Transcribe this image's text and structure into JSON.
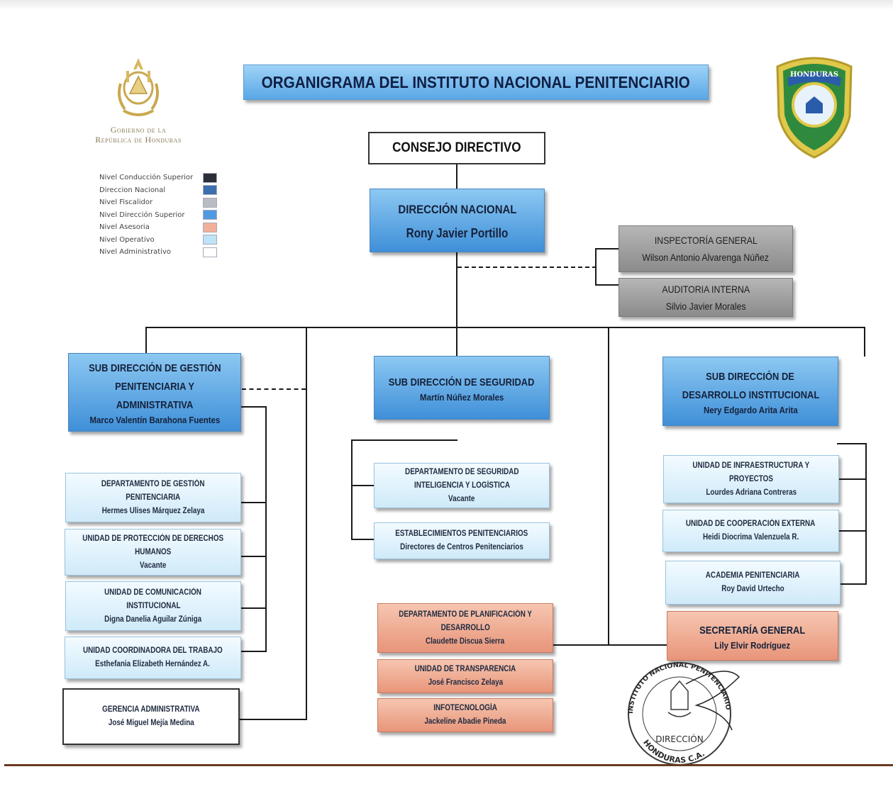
{
  "title": "ORGANIGRAMA DEL INSTITUTO NACIONAL PENITENCIARIO",
  "gov_logo": {
    "icon": "honduras-coat-of-arms-icon",
    "line1": "Gobierno de la",
    "line2": "República de Honduras"
  },
  "inp_badge": {
    "icon": "inp-badge-icon",
    "text": "HONDURAS"
  },
  "legend": [
    {
      "label": "Nivel Conducción Superior",
      "color": "#2a2f3a"
    },
    {
      "label": "Direccion Nacional",
      "color": "#3b6fae"
    },
    {
      "label": "Nivel Fiscalidor",
      "color": "#b9bcc2"
    },
    {
      "label": "Nivel Dirección Superior",
      "color": "#4f9ae0"
    },
    {
      "label": "Nivel Asesoria",
      "color": "#f2b09a"
    },
    {
      "label": "Nivel Operativo",
      "color": "#bfe3f7"
    },
    {
      "label": "Nivel Administrativo",
      "color": "#ffffff"
    }
  ],
  "consejo": "CONSEJO DIRECTIVO",
  "direccion": {
    "title": "DIRECCIÓN NACIONAL",
    "name": "Rony Javier Portillo"
  },
  "inspectoria": {
    "title": "INSPECTORÍA GENERAL",
    "name": "Wilson Antonio Alvarenga Núñez"
  },
  "auditoria": {
    "title": "AUDITORIA INTERNA",
    "name": "Silvio Javier Morales"
  },
  "sub_gestion": {
    "l1": "SUB DIRECCIÓN DE GESTIÓN",
    "l2": "PENITENCIARIA Y",
    "l3": "ADMINISTRATIVA",
    "name": "Marco Valentín Barahona Fuentes"
  },
  "sub_seguridad": {
    "title": "SUB DIRECCIÓN DE SEGURIDAD",
    "name": "Martín Núñez Morales"
  },
  "sub_desarrollo": {
    "l1": "SUB DIRECCIÓN DE",
    "l2": "DESARROLLO INSTITUCIONAL",
    "name": "Nery Edgardo Arita Arita"
  },
  "left_units": [
    {
      "l1": "DEPARTAMENTO DE GESTIÓN",
      "l2": "PENITENCIARIA",
      "name": "Hermes Ulises Márquez Zelaya"
    },
    {
      "l1": "UNIDAD DE PROTECCIÓN DE DERECHOS",
      "l2": "HUMANOS",
      "name": "Vacante"
    },
    {
      "l1": "UNIDAD DE COMUNICACIÓN",
      "l2": "INSTITUCIONAL",
      "name": "Digna Danelia Aguilar Zúniga"
    },
    {
      "l1": "UNIDAD COORDINADORA DEL TRABAJO",
      "name": "Esthefania Elizabeth Hernández A."
    }
  ],
  "gerencia": {
    "title": "GERENCIA ADMINISTRATIVA",
    "name": "José Miguel Mejía Medina"
  },
  "center_units": [
    {
      "l1": "DEPARTAMENTO DE SEGURIDAD",
      "l2": "INTELIGENCIA Y LOGÍSTICA",
      "name": "Vacante"
    },
    {
      "l1": "ESTABLECIMIENTOS PENITENCIARIOS",
      "name": "Directores de Centros Penitenciarios"
    }
  ],
  "salmon_units": [
    {
      "l1": "DEPARTAMENTO DE PLANIFICACIÓN Y",
      "l2": "DESARROLLO",
      "name": "Claudette Discua Sierra"
    },
    {
      "l1": "UNIDAD DE TRANSPARENCIA",
      "name": "José Francisco Zelaya"
    },
    {
      "l1": "INFOTECNOLOGÍA",
      "name": "Jackeline Abadie Pineda"
    }
  ],
  "right_units": [
    {
      "l1": "UNIDAD DE INFRAESTRUCTURA Y",
      "l2": "PROYECTOS",
      "name": "Lourdes Adriana Contreras"
    },
    {
      "l1": "UNIDAD DE COOPERACIÓN EXTERNA",
      "name": "Heidi Diocrima Valenzuela R."
    },
    {
      "l1": "ACADEMIA PENITENCIARIA",
      "name": "Roy David Urtecho"
    }
  ],
  "secretaria": {
    "title": "SECRETARÍA GENERAL",
    "name": "Lily Elvir Rodríguez"
  },
  "seal": {
    "icon": "official-seal-stamp-icon",
    "top_text": "INSTITUTO NACIONAL PENITENCIARIO",
    "center_text": "DIRECCIÓN",
    "bottom_text": "HONDURAS C.A."
  }
}
